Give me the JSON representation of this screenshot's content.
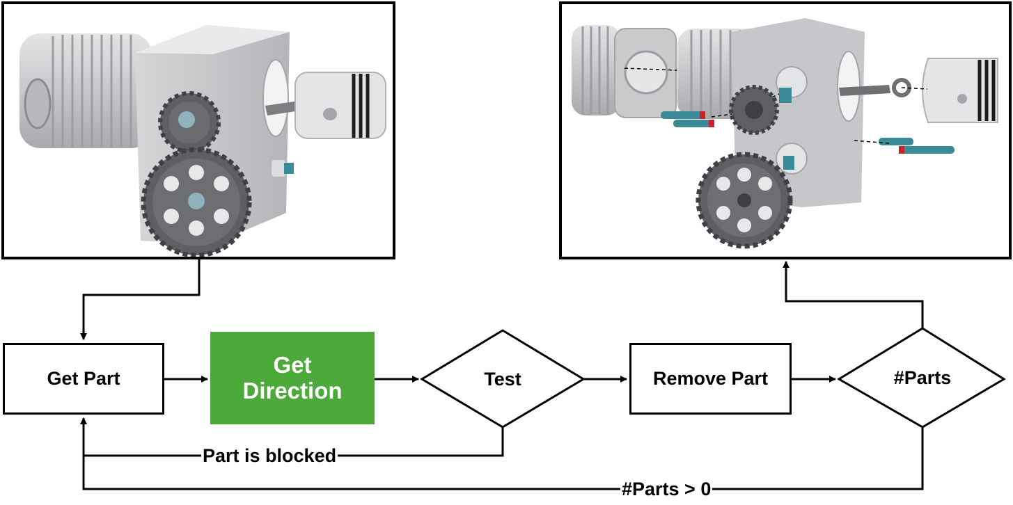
{
  "nodes": {
    "get_part": "Get Part",
    "get_direction": "Get\nDirection",
    "test": "Test",
    "remove_part": "Remove Part",
    "parts": "#Parts"
  },
  "edge_labels": {
    "blocked": "Part is blocked",
    "parts_gt_zero": "#Parts > 0"
  },
  "images": {
    "assembled": "assembled-engine-render",
    "exploded": "exploded-engine-render"
  },
  "colors": {
    "get_direction_fill": "#4caa3a",
    "metal": "#c8c9cc",
    "gear": "#5e5f62",
    "pin": "#3a8a98"
  }
}
